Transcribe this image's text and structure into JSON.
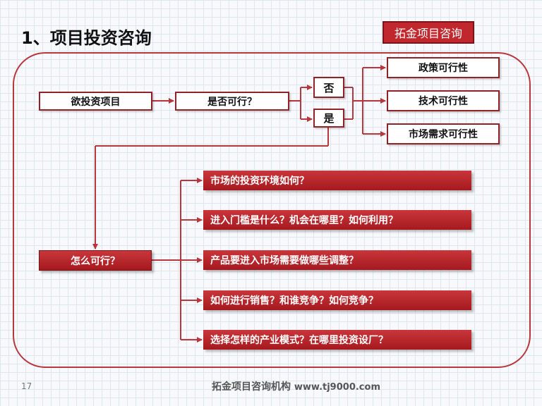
{
  "title": "1、项目投资咨询",
  "brand": "拓金项目咨询",
  "flow": {
    "start": "欲投资项目",
    "question": "是否可行？",
    "no": "否",
    "yes": "是",
    "results": [
      "政策可行性",
      "技术可行性",
      "市场需求可行性"
    ],
    "how": "怎么可行？",
    "questions": [
      "市场的投资环境如何？",
      "进入门槛是什么？机会在哪里？如何利用？",
      "产品要进入市场需要做哪些调整？",
      "如何进行销售？和谁竞争？如何竞争？",
      "选择怎样的产业模式？在哪里投资设厂？"
    ]
  },
  "footer": {
    "page_number": "17",
    "org": "拓金项目咨询机构",
    "url": "www.tj9000.com"
  },
  "colors": {
    "accent": "#c0282e",
    "border": "#8f2327",
    "frame": "#b8373d"
  }
}
